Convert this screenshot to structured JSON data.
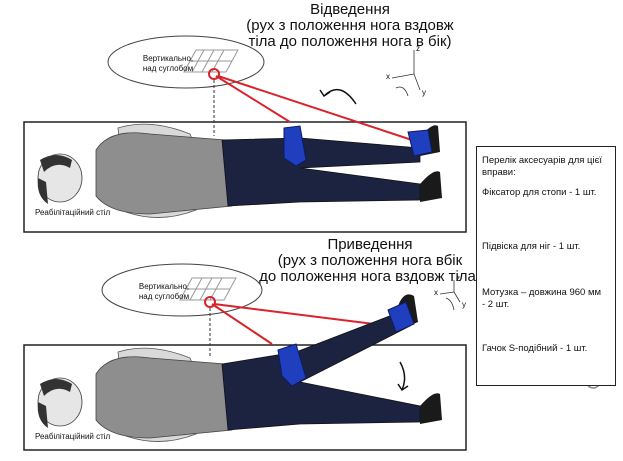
{
  "top": {
    "title": "Відведення",
    "subtitle_line1": "(рух з положення нога вздовж",
    "subtitle_line2": "тіла до положення нога в бік)",
    "anchor_label_line1": "Вертикально,",
    "anchor_label_line2": "над суглобом",
    "table_label": "Реабілітаційний стіл"
  },
  "bottom": {
    "title": "Приведення",
    "subtitle_line1": "(рух з положення нога вбік",
    "subtitle_line2": "до положення нога вздовж тіла)",
    "anchor_label_line1": "Вертикально,",
    "anchor_label_line2": "над суглобом",
    "table_label": "Реабілітаційний стіл"
  },
  "axes": {
    "x": "x",
    "y": "y",
    "z": "z"
  },
  "legend": {
    "heading_line1": "Перелік аксесуарів для цієї",
    "heading_line2": "вправи:",
    "item1": "Фіксатор для стопи - 1 шт.",
    "item2": "Підвіска для ніг - 1 шт.",
    "item3_line1": "Мотузка – довжина 960 мм",
    "item3_line2": "- 2 шт.",
    "item4": "Гачок S-подібний  - 1 шт."
  },
  "colors": {
    "rope": "#d9222a",
    "accessory": "#1f3fbf",
    "pants": "#1c2340",
    "shirt": "#8e8e8e",
    "skin": "#d9d9d9",
    "hair": "#333333"
  }
}
